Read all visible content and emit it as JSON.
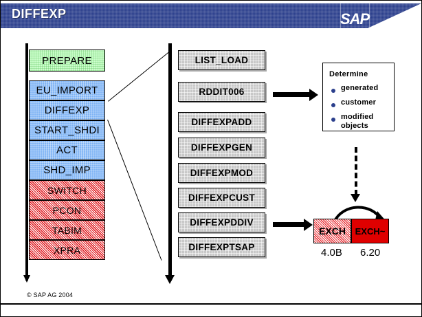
{
  "header": {
    "title": "DIFFEXP",
    "logo": "SAP"
  },
  "left_column": {
    "items": [
      {
        "label": "PREPARE",
        "color": "green"
      },
      {
        "label": "EU_IMPORT",
        "color": "blue"
      },
      {
        "label": "DIFFEXP",
        "color": "blue"
      },
      {
        "label": "START_SHDI",
        "color": "blue"
      },
      {
        "label": "ACT",
        "color": "blue"
      },
      {
        "label": "SHD_IMP",
        "color": "blue"
      },
      {
        "label": "SWITCH",
        "color": "red"
      },
      {
        "label": "PCON",
        "color": "red"
      },
      {
        "label": "TABIM",
        "color": "red"
      },
      {
        "label": "XPRA",
        "color": "red"
      }
    ]
  },
  "middle_column": {
    "items": [
      {
        "label": "LIST_LOAD"
      },
      {
        "label": "RDDIT006"
      },
      {
        "label": "DIFFEXPADD"
      },
      {
        "label": "DIFFEXPGEN"
      },
      {
        "label": "DIFFEXPMOD"
      },
      {
        "label": "DIFFEXPCUST"
      },
      {
        "label": "DIFFEXPDDIV"
      },
      {
        "label": "DIFFEXPTSAP"
      }
    ]
  },
  "determine_panel": {
    "title": "Determine",
    "bullets": [
      "generated",
      "customer",
      "modified",
      "objects"
    ]
  },
  "exchange": {
    "left_label": "EXCH",
    "right_label": "EXCH~",
    "left_version": "4.0B",
    "right_version": "6.20"
  },
  "footer": {
    "copyright": "©  SAP AG 2004"
  },
  "colors": {
    "header_blue": "#2b3f8c",
    "phase_green": "#ccffcc",
    "phase_blue": "#7fb4f5",
    "phase_red": "#dd0f14",
    "program_gray": "#c8c8c8",
    "bullet_blue": "#2b3f8c"
  }
}
